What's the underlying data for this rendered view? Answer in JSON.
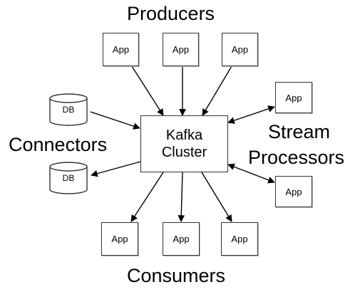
{
  "headings": {
    "producers": "Producers",
    "consumers": "Consumers",
    "connectors": "Connectors",
    "stream_line1": "Stream",
    "stream_line2": "Processors"
  },
  "cluster": {
    "line1": "Kafka",
    "line2": "Cluster"
  },
  "app_label": "App",
  "db_label": "DB",
  "producers": [
    "App",
    "App",
    "App"
  ],
  "consumers": [
    "App",
    "App",
    "App"
  ],
  "stream_processors": [
    "App",
    "App"
  ],
  "connectors": [
    "DB",
    "DB"
  ]
}
